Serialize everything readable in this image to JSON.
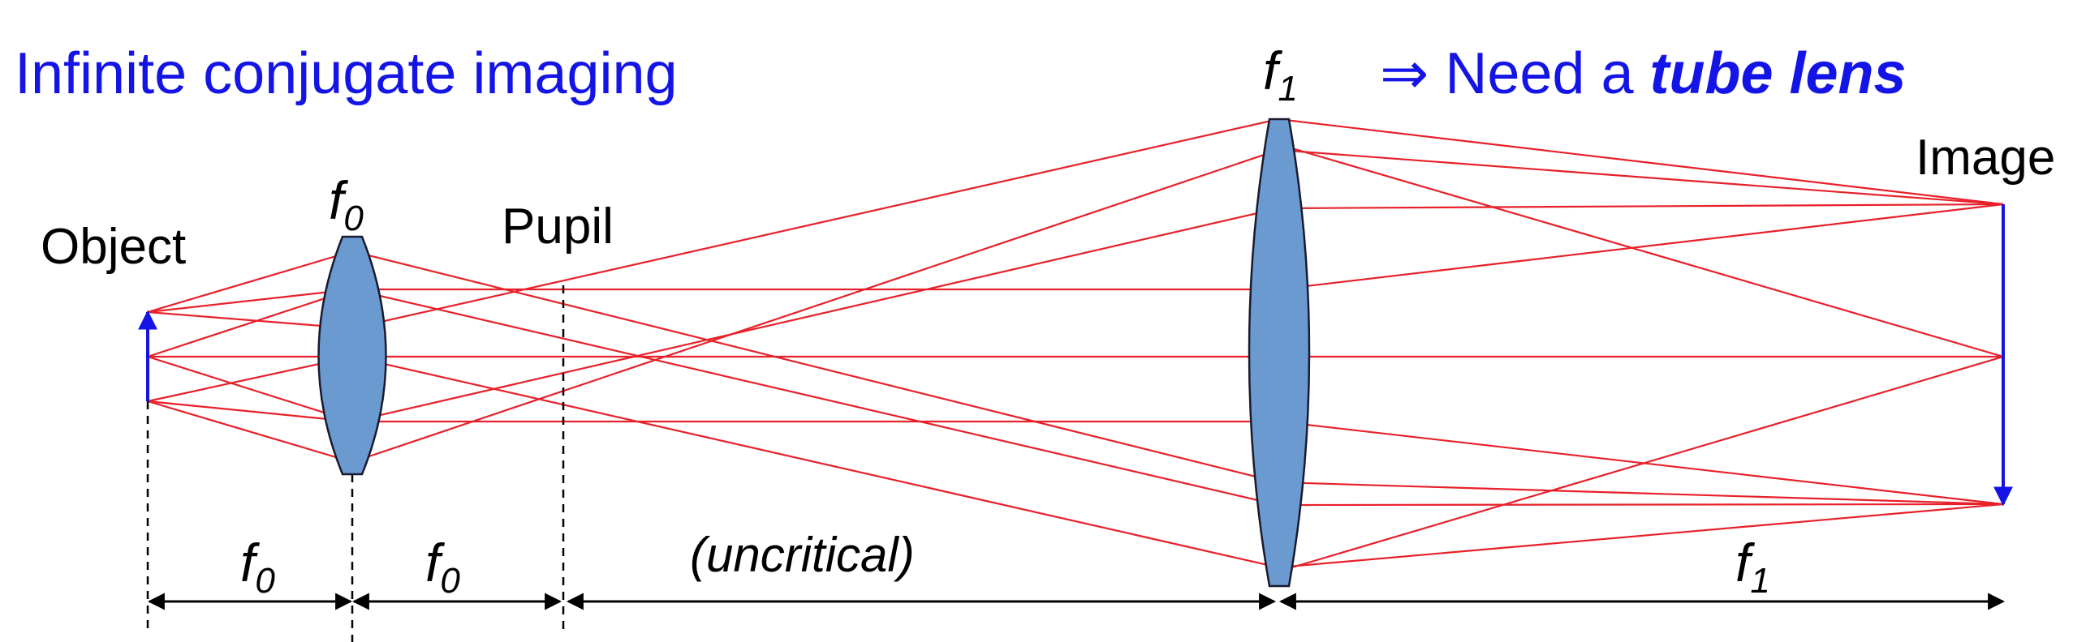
{
  "title": "Infinite conjugate imaging",
  "tube_note": {
    "prefix": "⇒ Need a ",
    "emphasis": "tube lens"
  },
  "labels": {
    "object": "Object",
    "pupil": "Pupil",
    "image": "Image",
    "uncritical": "(uncritical)"
  },
  "lens_labels": {
    "objective": {
      "f": "f",
      "sub": "0"
    },
    "tube": {
      "f": "f",
      "sub": "1"
    }
  },
  "dimension_labels": [
    {
      "f": "f",
      "sub": "0"
    },
    {
      "f": "f",
      "sub": "0"
    },
    {
      "f": "f",
      "sub": "1"
    }
  ],
  "colors": {
    "title": "#1414e6",
    "ray": "#e8202a",
    "lens_fill": "#6a9ad0",
    "arrow": "#1414e6"
  }
}
